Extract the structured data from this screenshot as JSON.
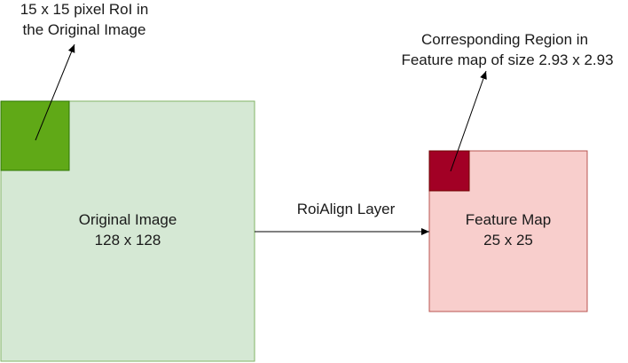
{
  "roi_label": [
    "15 x 15 pixel RoI in",
    "the Original Image"
  ],
  "region_label": [
    "Corresponding Region in",
    "Feature map of size 2.93 x 2.93"
  ],
  "original_image": {
    "title": "Original Image",
    "size": "128 x 128"
  },
  "feature_map": {
    "title": "Feature Map",
    "size": "25 x 25"
  },
  "layer_label": "RoiAlign Layer",
  "colors": {
    "original_fill": "#d5e8d4",
    "original_stroke": "#82b366",
    "roi_fill": "#60a917",
    "roi_stroke": "#2d7600",
    "feature_fill": "#f8cecc",
    "feature_stroke": "#b85450",
    "region_fill": "#a20025",
    "region_stroke": "#6f0000"
  }
}
